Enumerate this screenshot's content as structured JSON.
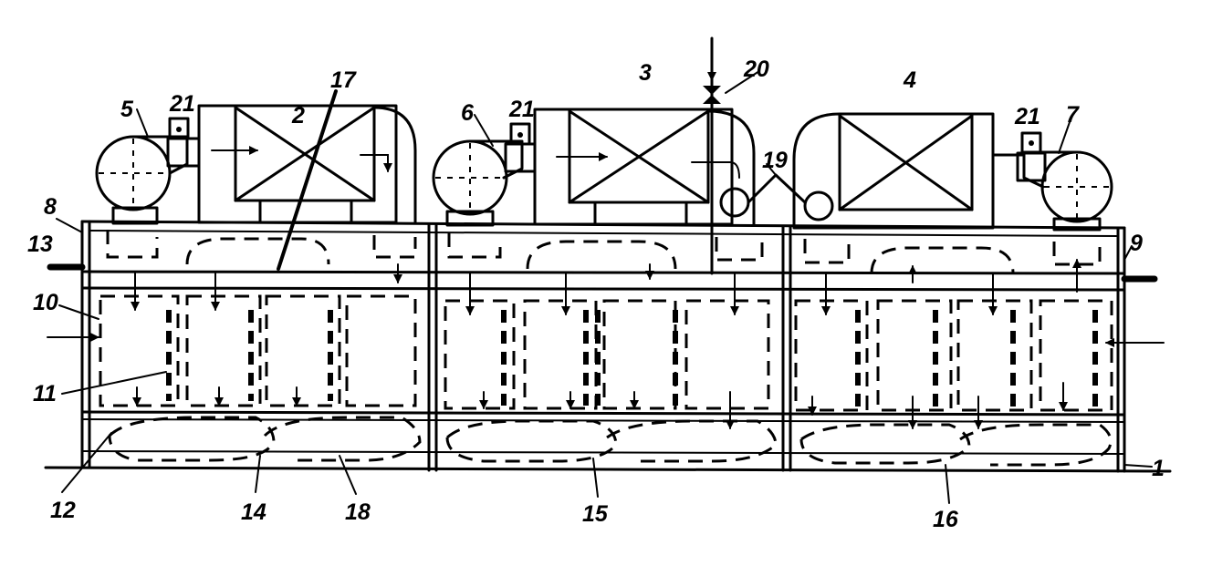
{
  "labels": {
    "l1": "1",
    "l2": "2",
    "l3": "3",
    "l4": "4",
    "l5": "5",
    "l6": "6",
    "l7": "7",
    "l8": "8",
    "l9": "9",
    "l10": "10",
    "l11": "11",
    "l12": "12",
    "l13": "13",
    "l14": "14",
    "l15": "15",
    "l16": "16",
    "l17": "17",
    "l18": "18",
    "l19": "19",
    "l20": "20",
    "l21a": "21",
    "l21b": "21",
    "l21c": "21"
  }
}
